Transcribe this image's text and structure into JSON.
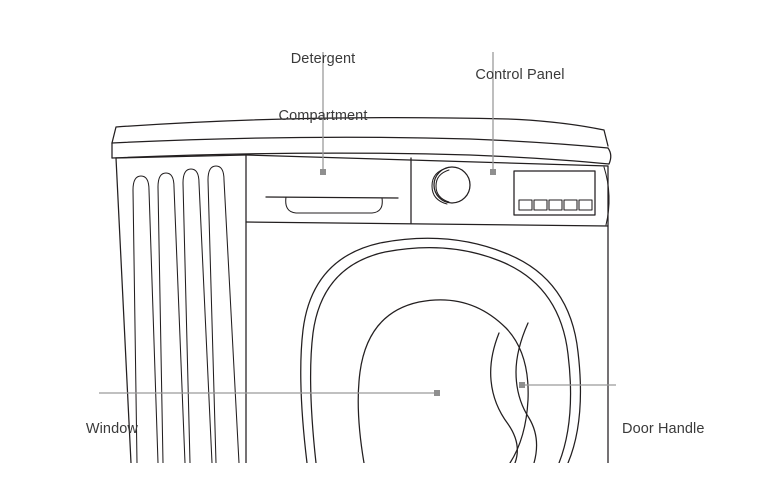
{
  "diagram": {
    "subject": "front-load washing machine",
    "view": "three-quarter perspective line drawing",
    "background_color": "#ffffff",
    "ink_color": "#231f20",
    "leader_color": "#9a9a9a",
    "label_color": "#3a3a3a"
  },
  "callouts": [
    {
      "id": "detergent",
      "label": "Detergent\nCompartment",
      "line1": "Detergent",
      "line2": "Compartment",
      "align": "center",
      "leader_from": [
        323,
        52
      ],
      "leader_to": [
        323,
        172
      ],
      "dot": [
        323,
        172
      ]
    },
    {
      "id": "control-panel",
      "label": "Control Panel",
      "line1": "Control Panel",
      "line2": "",
      "align": "center",
      "leader_from": [
        493,
        52
      ],
      "leader_to": [
        493,
        172
      ],
      "dot": [
        493,
        172
      ]
    },
    {
      "id": "window",
      "label": "Window",
      "line1": "Window",
      "line2": "",
      "align": "right",
      "leader_from": [
        99,
        393
      ],
      "leader_to": [
        437,
        393
      ],
      "dot": [
        437,
        393
      ]
    },
    {
      "id": "door-handle",
      "label": "Door Handle",
      "line1": "Door Handle",
      "line2": "",
      "align": "left",
      "leader_from": [
        616,
        385
      ],
      "leader_to": [
        522,
        385
      ],
      "dot": [
        522,
        385
      ]
    }
  ],
  "parts": {
    "top_panel": "machine-top-slab",
    "side_panel": "left-side-panel",
    "vent_slots_count": 4,
    "detergent_drawer": "pull-out-drawer",
    "control_knob": "rotary-program-selector",
    "display_screen": "digital-display",
    "display_buttons_count": 5,
    "door_ring": "door-bezel-double-ring",
    "door_glass": "inner-glass-window",
    "door_handle": "s-curve-handle"
  }
}
